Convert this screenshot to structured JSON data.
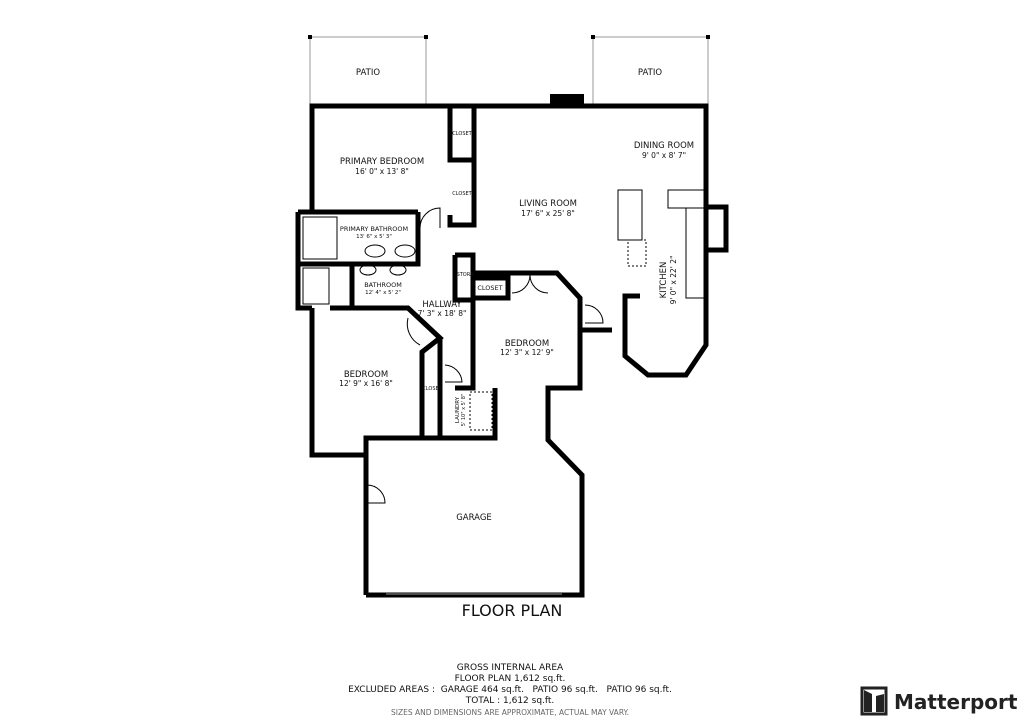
{
  "rooms": {
    "patio1": "PATIO",
    "patio2": "PATIO",
    "primary_bedroom": {
      "name": "PRIMARY BEDROOM",
      "dim": "16' 0\" x 13' 8\""
    },
    "closet1": "CLOSET",
    "closet2": "CLOSET",
    "living_room": {
      "name": "LIVING ROOM",
      "dim": "17' 6\" x 25' 8\""
    },
    "dining_room": {
      "name": "DINING ROOM",
      "dim": "9' 0\" x 8' 7\""
    },
    "primary_bathroom": {
      "name": "PRIMARY BATHROOM",
      "dim": "13' 6\" x 5' 3\""
    },
    "bathroom": {
      "name": "BATHROOM",
      "dim": "12' 4\" x 5' 2\""
    },
    "storage": "STORA",
    "closet3": "CLOSET",
    "hallway": {
      "name": "HALLWAY",
      "dim": "7' 3\" x 18' 8\""
    },
    "kitchen": {
      "name": "KITCHEN",
      "dim": "9' 0\" x 22' 2\""
    },
    "bedroom2": {
      "name": "BEDROOM",
      "dim": "12' 3\" x 12' 9\""
    },
    "bedroom3": {
      "name": "BEDROOM",
      "dim": "12' 9\" x 16' 8\""
    },
    "closet4": "CLOSET",
    "laundry": {
      "name": "LAUNDRY",
      "dim": "5' 10\" x 5' 8\""
    },
    "garage": "GARAGE"
  },
  "title": "FLOOR PLAN",
  "footer": {
    "line1": "GROSS INTERNAL AREA",
    "line2": "FLOOR PLAN 1,612 sq.ft.",
    "line3": "EXCLUDED AREAS :  GARAGE 464 sq.ft.   PATIO 96 sq.ft.   PATIO 96 sq.ft.",
    "line4": "TOTAL :  1,612 sq.ft.",
    "disclaimer": "SIZES AND DIMENSIONS ARE APPROXIMATE, ACTUAL MAY VARY."
  },
  "logo": "Matterport"
}
